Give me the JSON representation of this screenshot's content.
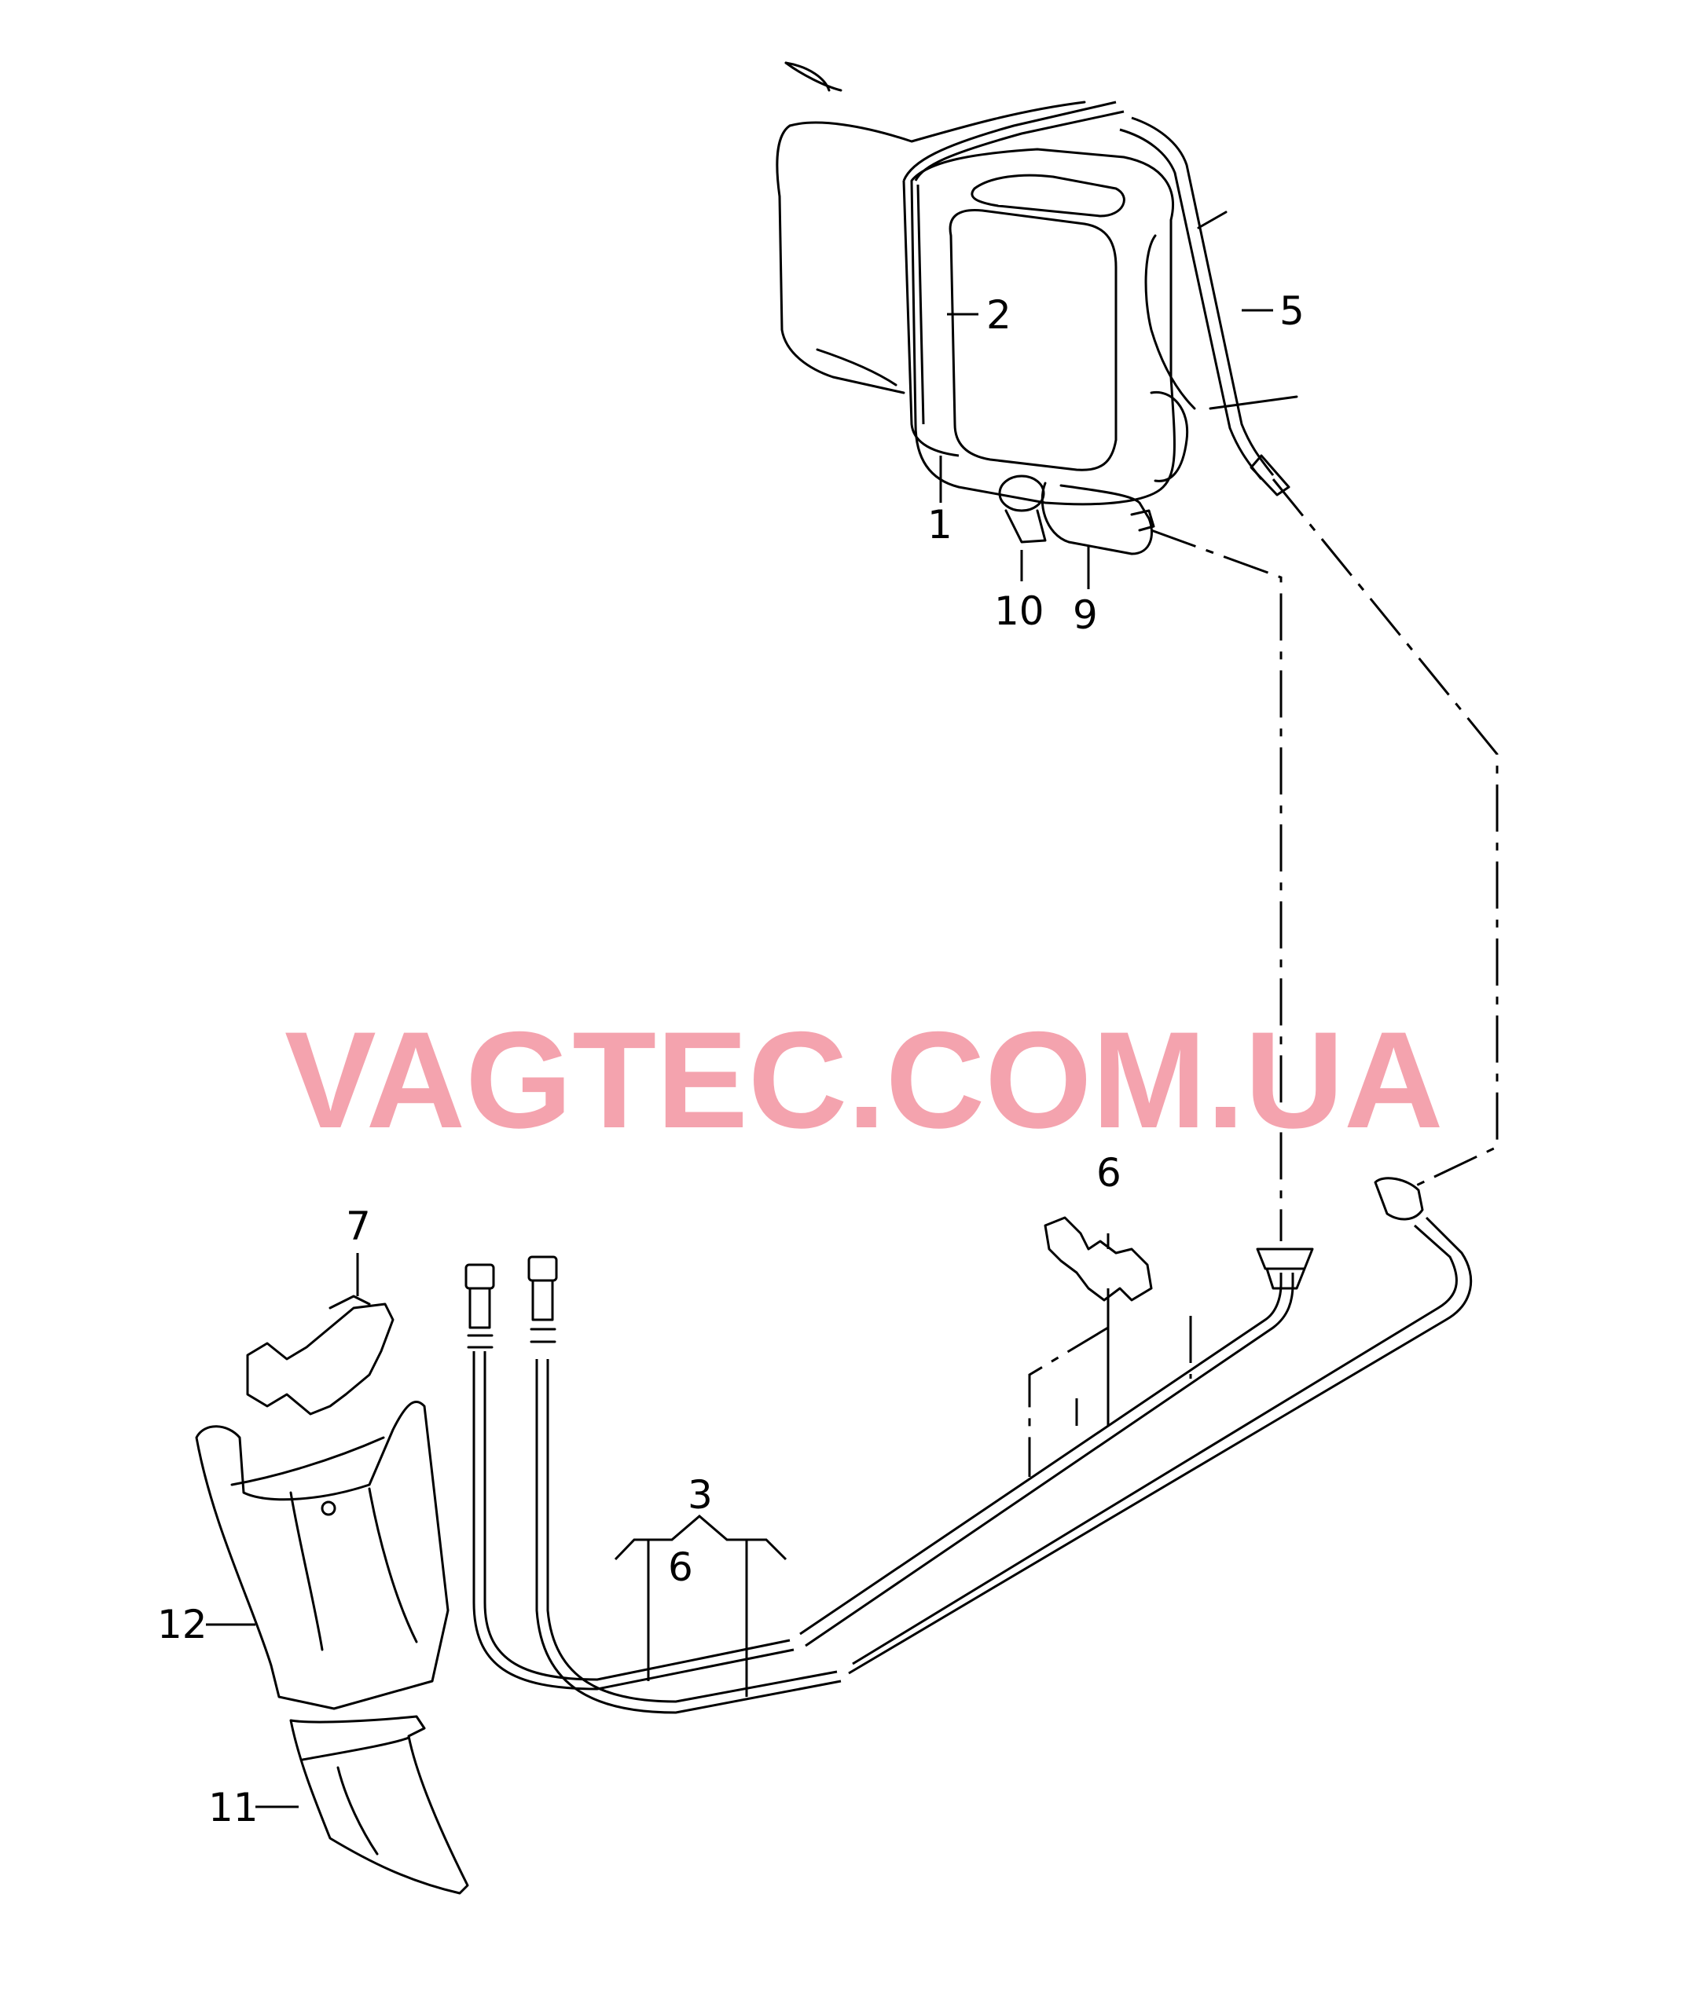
{
  "watermark": "VAGTEC.COM.UA",
  "callouts": {
    "c1": "1",
    "c2": "2",
    "c3": "3",
    "c5": "5",
    "c6_upper": "6",
    "c6_lower": "6",
    "c7": "7",
    "c9": "9",
    "c10": "10",
    "c11": "11",
    "c12": "12"
  },
  "colors": {
    "line": "#000000",
    "watermark": "#f4a3ae",
    "background": "#ffffff"
  }
}
